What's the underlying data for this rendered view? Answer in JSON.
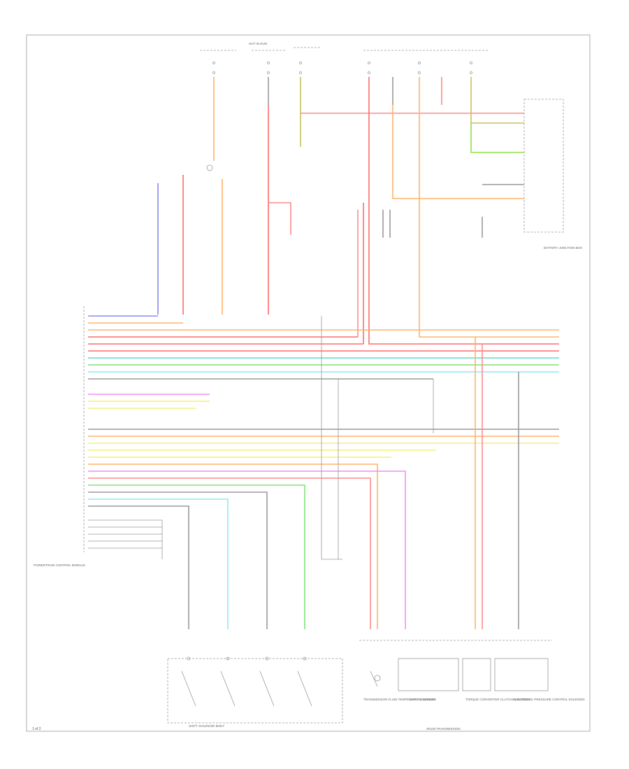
{
  "diagram": {
    "page_number": "1 of 2",
    "colors": {
      "red": "#ff6a6a",
      "orange": "#ffb36b",
      "yellow": "#f4ef7c",
      "green": "#82e27a",
      "lime": "#8ee041",
      "teal": "#5fdcc6",
      "cyan": "#8fe8f4",
      "blue": "#8a8af2",
      "magenta": "#f18df1",
      "violet": "#d89af0",
      "pink": "#ffb2b2",
      "grey": "#9a9a9a"
    },
    "labels": {
      "fuse_panel": "HOT IN RUN",
      "pcm": "POWERTRAIN CONTROL MODULE",
      "solenoid_body": "SHIFT SOLENOID BODY",
      "transmission": "4R100 TRANSMISSION",
      "battery_junction_box": "BATTERY JUNCTION BOX",
      "shift_solenoid": "SHIFT SOLENOID",
      "tcc": "TORQUE CONVERTER CLUTCH SOLENOID",
      "epc": "ELECTRONIC PRESSURE CONTROL SOLENOID",
      "tft": "TRANSMISSION FLUID TEMPERATURE SENSOR"
    }
  }
}
